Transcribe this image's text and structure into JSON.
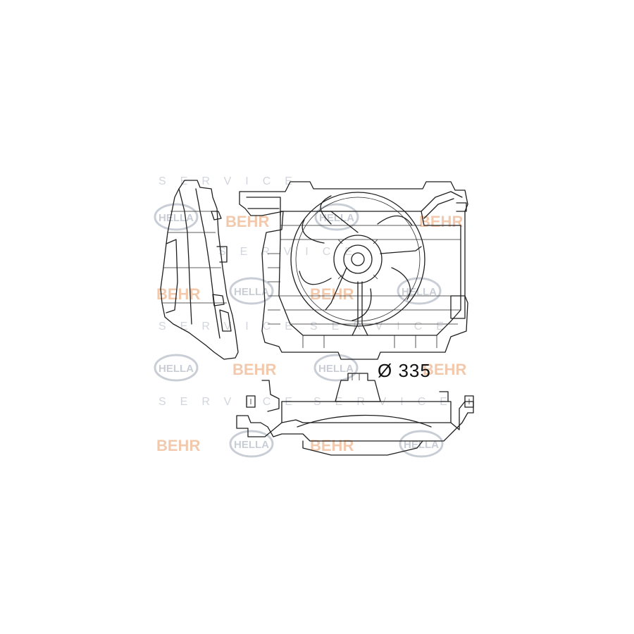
{
  "diagram": {
    "dimension_label": "Ø 335"
  },
  "watermark": {
    "brand": "HELLA",
    "brand_alt": "BEHR",
    "service": "SERVICE"
  },
  "colors": {
    "line": "#1e1e1e",
    "watermark_gray": "#c9ced6",
    "watermark_orange": "#f3c9ad",
    "background": "#ffffff"
  }
}
